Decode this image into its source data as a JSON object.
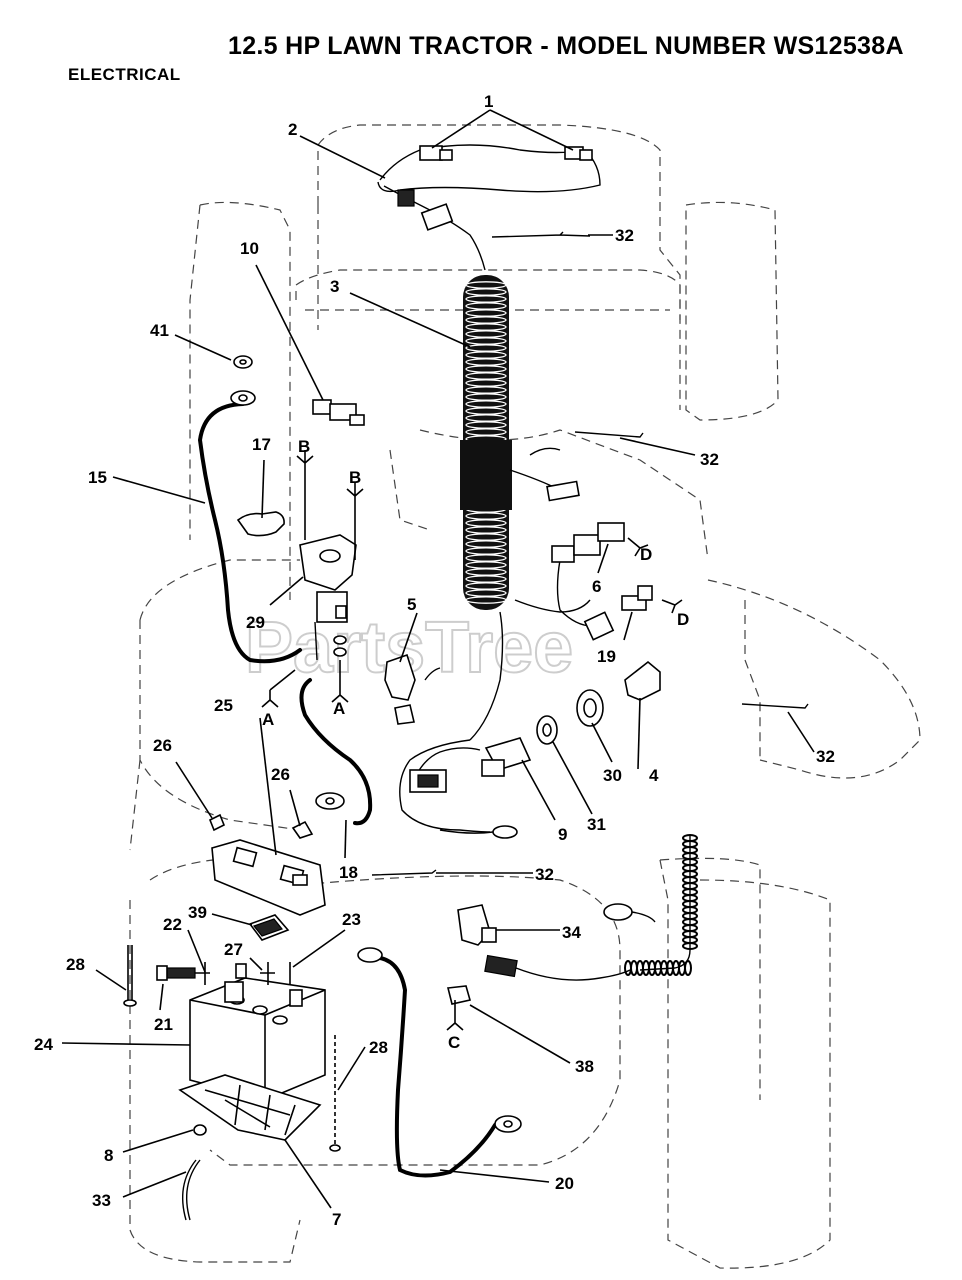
{
  "header": {
    "title": "12.5 HP LAWN TRACTOR - MODEL NUMBER WS12538A",
    "section": "ELECTRICAL"
  },
  "watermark": "PartsTree",
  "callouts": {
    "c1": "1",
    "c2": "2",
    "c3": "3",
    "c4": "4",
    "c5": "5",
    "c6": "6",
    "c7": "7",
    "c8": "8",
    "c9": "9",
    "c10": "10",
    "c15": "15",
    "c17": "17",
    "c18": "18",
    "c19": "19",
    "c20": "20",
    "c21": "21",
    "c22": "22",
    "c23": "23",
    "c24": "24",
    "c25": "25",
    "c26a": "26",
    "c26b": "26",
    "c27": "27",
    "c28a": "28",
    "c28b": "28",
    "c29": "29",
    "c30": "30",
    "c31": "31",
    "c32a": "32",
    "c32b": "32",
    "c32c": "32",
    "c32d": "32",
    "c33": "33",
    "c34": "34",
    "c38": "38",
    "c39": "39",
    "c41": "41"
  },
  "connectors": {
    "a1": "A",
    "a2": "A",
    "b1": "B",
    "b2": "B",
    "c1": "C",
    "d1": "D",
    "d2": "D"
  }
}
